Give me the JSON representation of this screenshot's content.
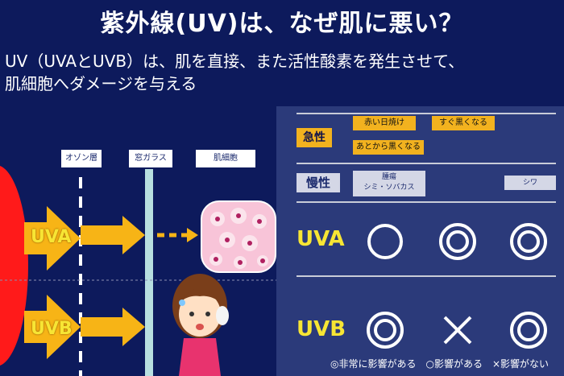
{
  "title": "紫外線(UV)は、なぜ肌に悪い？",
  "subtitle_lines": [
    "UV（UVAとUVB）は、肌を直接、また活性酸素を発生させて、",
    "肌細胞へダメージを与える"
  ],
  "layers": [
    "オゾン層",
    "窓ガラス",
    "肌細胞"
  ],
  "rays": [
    "UVA",
    "UVB"
  ],
  "effects": {
    "acute_label": "急性",
    "acute_tags": [
      "赤い日焼け",
      "すぐ黒くなる",
      "あとから黒くなる"
    ],
    "chronic_label": "慢性",
    "chronic_tags": [
      "腫瘍\nシミ・ソバカス",
      "シワ"
    ]
  },
  "matrix": {
    "rows": [
      "UVA",
      "UVB"
    ],
    "uva": [
      "○",
      "◎",
      "◎"
    ],
    "uvb": [
      "◎",
      "×",
      "◎"
    ]
  },
  "legend": "◎非常に影響がある　○影響がある　×影響がない",
  "colors": {
    "bg": "#0d1a5c",
    "panel": "#2b3a7a",
    "accent": "#f2b21f",
    "ray": "#f7e534",
    "sun": "#ff1a1a"
  }
}
